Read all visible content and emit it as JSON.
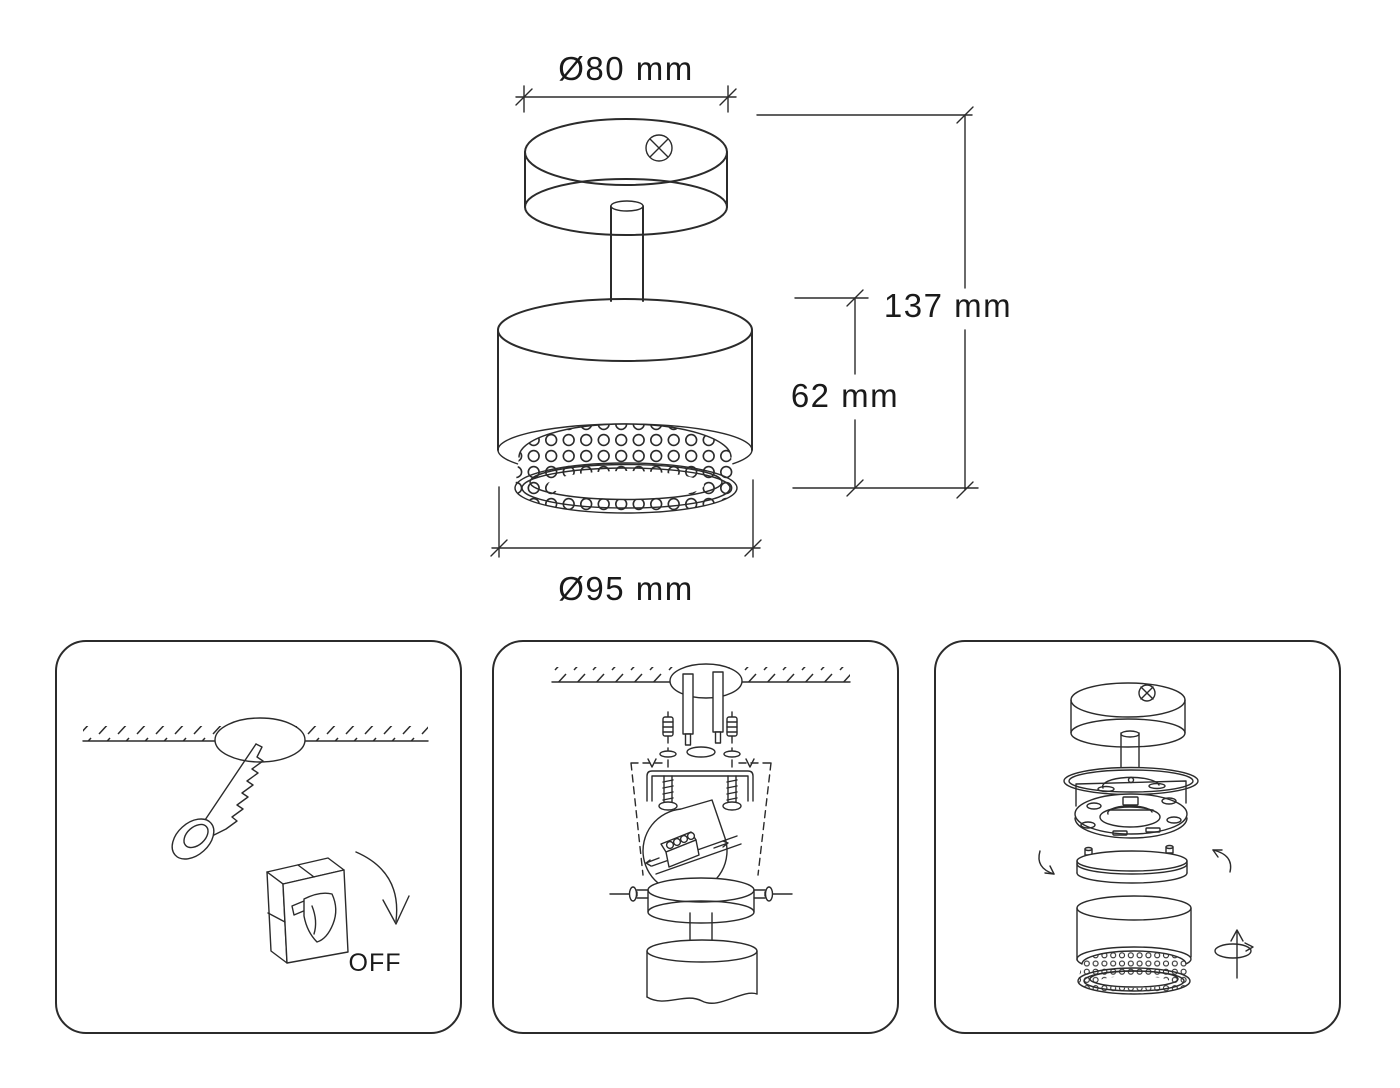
{
  "colors": {
    "line": "#2b2b2b",
    "text": "#1a1a1a",
    "background": "#ffffff"
  },
  "main_drawing": {
    "dim_top_diameter": "Ø80 mm",
    "dim_total_height": "137 mm",
    "dim_body_height": "62 mm",
    "dim_body_diameter": "Ø95 mm"
  },
  "installation_steps": {
    "step1": {
      "switch_label": "OFF"
    },
    "step2": {},
    "step3": {}
  }
}
